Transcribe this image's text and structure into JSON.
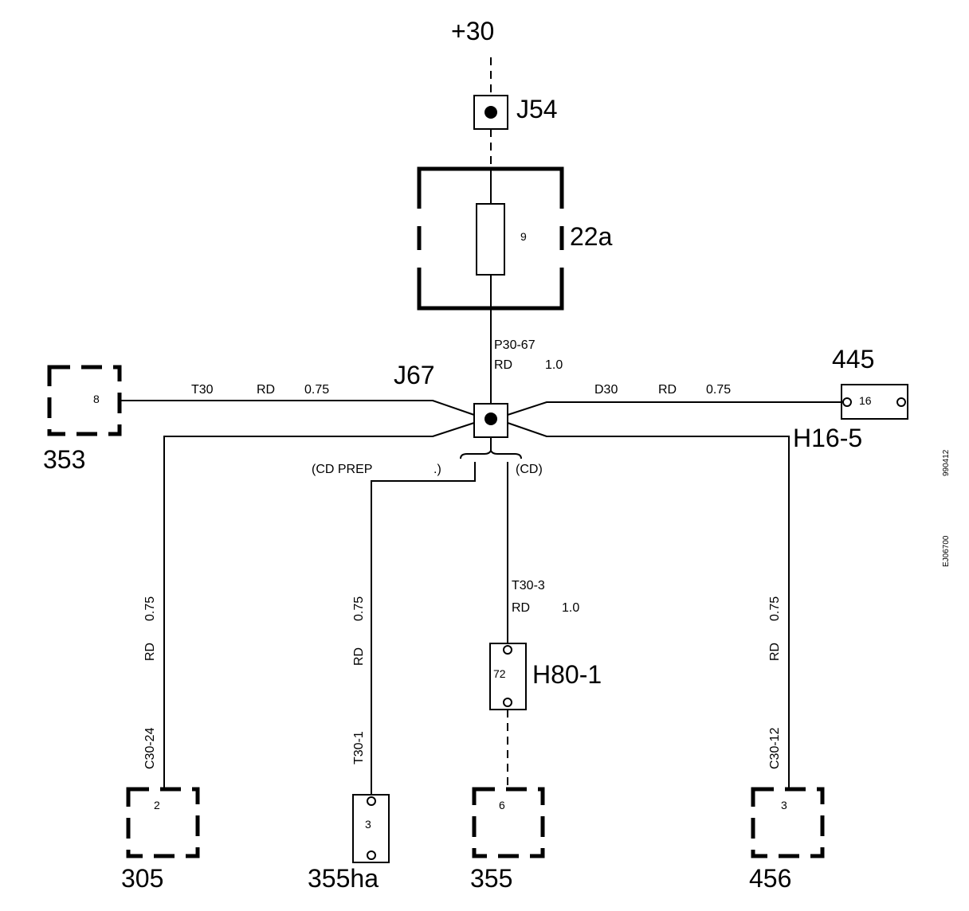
{
  "supply": "+30",
  "junctions": {
    "j54": "J54",
    "j67": "J67"
  },
  "fuse": {
    "box": "22a",
    "number": "9"
  },
  "wires": {
    "p30_67": {
      "id": "P30-67",
      "color": "RD",
      "size": "1.0"
    },
    "t30": {
      "id": "T30",
      "color": "RD",
      "size": "0.75"
    },
    "d30": {
      "id": "D30",
      "color": "RD",
      "size": "0.75"
    },
    "c30_24": {
      "id": "C30-24",
      "color": "RD",
      "size": "0.75"
    },
    "t30_1": {
      "id": "T30-1",
      "color": "RD",
      "size": "0.75"
    },
    "t30_3": {
      "id": "T30-3",
      "color": "RD",
      "size": "1.0"
    },
    "c30_12": {
      "id": "C30-12",
      "color": "RD",
      "size": "0.75"
    }
  },
  "variants": {
    "left": "(CD PREP",
    "left_close": ".)",
    "right": "(CD)"
  },
  "components": {
    "c353": {
      "label": "353",
      "pin": "8"
    },
    "c445": {
      "label": "445",
      "pin": "16",
      "connector": "H16-5"
    },
    "h80_1": {
      "label": "H80-1",
      "pin": "72"
    },
    "c305": {
      "label": "305",
      "pin": "2"
    },
    "c355ha": {
      "label": "355ha",
      "pin": "3"
    },
    "c355": {
      "label": "355",
      "pin": "6"
    },
    "c456": {
      "label": "456",
      "pin": "3"
    }
  },
  "side_codes": [
    "990412",
    "EJ06700"
  ]
}
